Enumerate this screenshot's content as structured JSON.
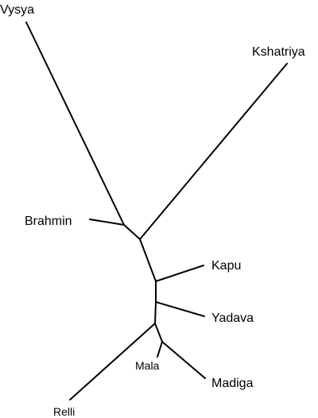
{
  "tree": {
    "type": "unrooted-phylogenetic-tree",
    "nodes": [
      {
        "id": "n1",
        "label": ""
      },
      {
        "id": "n2",
        "label": ""
      },
      {
        "id": "n3",
        "label": ""
      },
      {
        "id": "n4",
        "label": ""
      },
      {
        "id": "n5",
        "label": ""
      },
      {
        "id": "n6",
        "label": ""
      },
      {
        "id": "vysya",
        "label": "Vysya"
      },
      {
        "id": "kshatriya",
        "label": "Kshatriya"
      },
      {
        "id": "brahmin",
        "label": "Brahmin"
      },
      {
        "id": "kapu",
        "label": "Kapu"
      },
      {
        "id": "yadava",
        "label": "Yadava"
      },
      {
        "id": "mala",
        "label": "Mala"
      },
      {
        "id": "madiga",
        "label": "Madiga"
      },
      {
        "id": "relli",
        "label": "Relli"
      }
    ],
    "edges": [
      [
        "n1",
        "n2"
      ],
      [
        "n2",
        "vysya"
      ],
      [
        "n2",
        "brahmin"
      ],
      [
        "n1",
        "kshatriya"
      ],
      [
        "n1",
        "n3"
      ],
      [
        "n3",
        "kapu"
      ],
      [
        "n3",
        "n4"
      ],
      [
        "n4",
        "yadava"
      ],
      [
        "n4",
        "n5"
      ],
      [
        "n5",
        "relli"
      ],
      [
        "n5",
        "n6"
      ],
      [
        "n6",
        "mala"
      ],
      [
        "n6",
        "madiga"
      ]
    ]
  }
}
